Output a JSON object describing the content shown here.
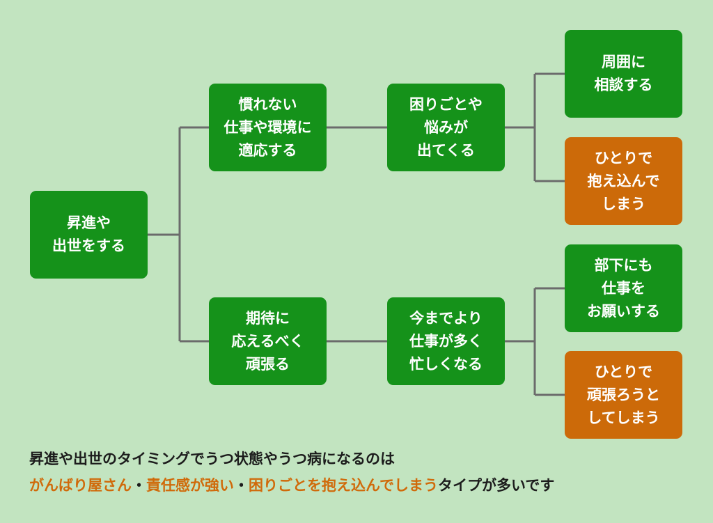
{
  "colors": {
    "background": "#c2e4c0",
    "node_green": "#15921a",
    "node_orange": "#cc6a09",
    "connector": "#6b6b6b",
    "highlight_text": "#d06a0a",
    "body_text": "#1c1c1c"
  },
  "nodes": {
    "root": "昇進や\n出世をする",
    "upper_branch": "慣れない\n仕事や環境に\n適応する",
    "upper_result": "困りごとや\n悩みが\n出てくる",
    "upper_good": "周囲に\n相談する",
    "upper_bad": "ひとりで\n抱え込んで\nしまう",
    "lower_branch": "期待に\n応えるべく\n頑張る",
    "lower_result": "今までより\n仕事が多く\n忙しくなる",
    "lower_good": "部下にも\n仕事を\nお願いする",
    "lower_bad": "ひとりで\n頑張ろうと\nしてしまう"
  },
  "caption": {
    "line1": "昇進や出世のタイミングでうつ状態やうつ病になるのは",
    "highlight1": "がんばり屋さん",
    "sep1": "・",
    "highlight2": "責任感が強い",
    "sep2": "・",
    "highlight3": "困りごとを抱え込んでしまう",
    "tail": "タイプが多いです"
  }
}
